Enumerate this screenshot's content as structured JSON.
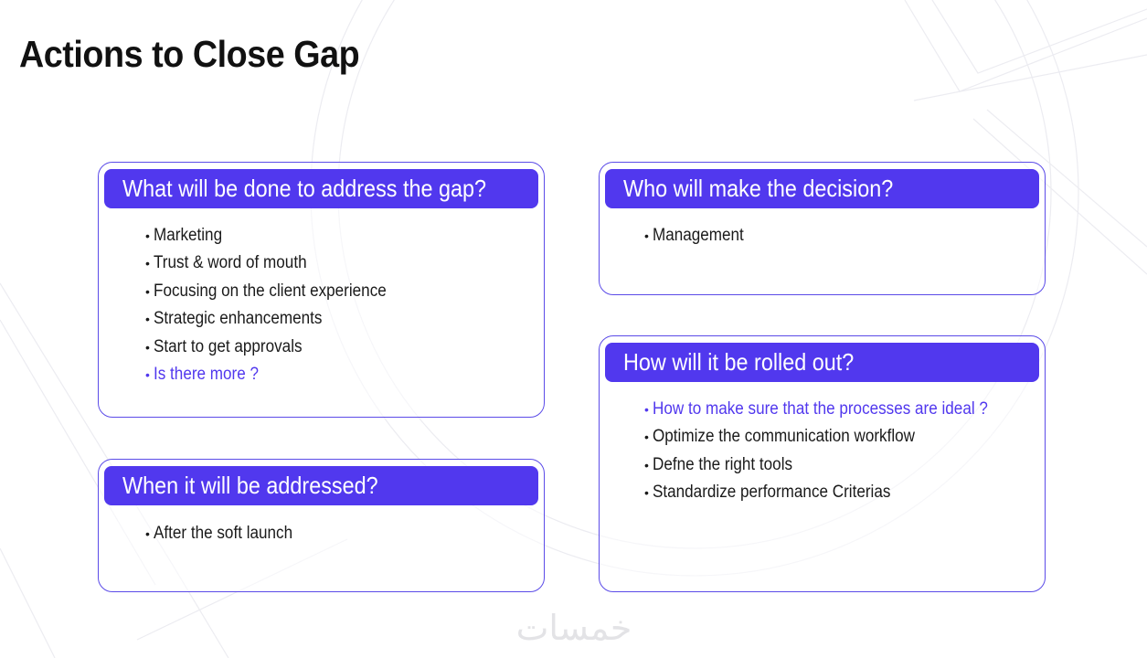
{
  "slide": {
    "title": "Actions to Close Gap"
  },
  "cards": {
    "what": {
      "heading": "What will be done to address the gap?",
      "items": [
        "Marketing",
        "Trust & word of mouth",
        "Focusing on the client experience",
        "Strategic enhancements",
        "Start to get approvals",
        "Is there more ?"
      ]
    },
    "when": {
      "heading": "When it will be addressed?",
      "items": [
        "After the soft launch"
      ]
    },
    "who": {
      "heading": "Who will make the decision?",
      "items": [
        "Management"
      ]
    },
    "how": {
      "heading": "How will it be rolled out?",
      "items": [
        "How to make sure that the processes are ideal ?",
        "Optimize the communication workflow",
        "Defne the right tools",
        "Standardize performance Criterias"
      ]
    }
  },
  "bullet_char": "•",
  "branding": {
    "logo_text": "خمسات"
  },
  "colors": {
    "accent": "#5138ee",
    "card_border": "#5b4be8",
    "text": "#1a1a1a",
    "background": "#ffffff",
    "logo": "#e3e3e6"
  }
}
